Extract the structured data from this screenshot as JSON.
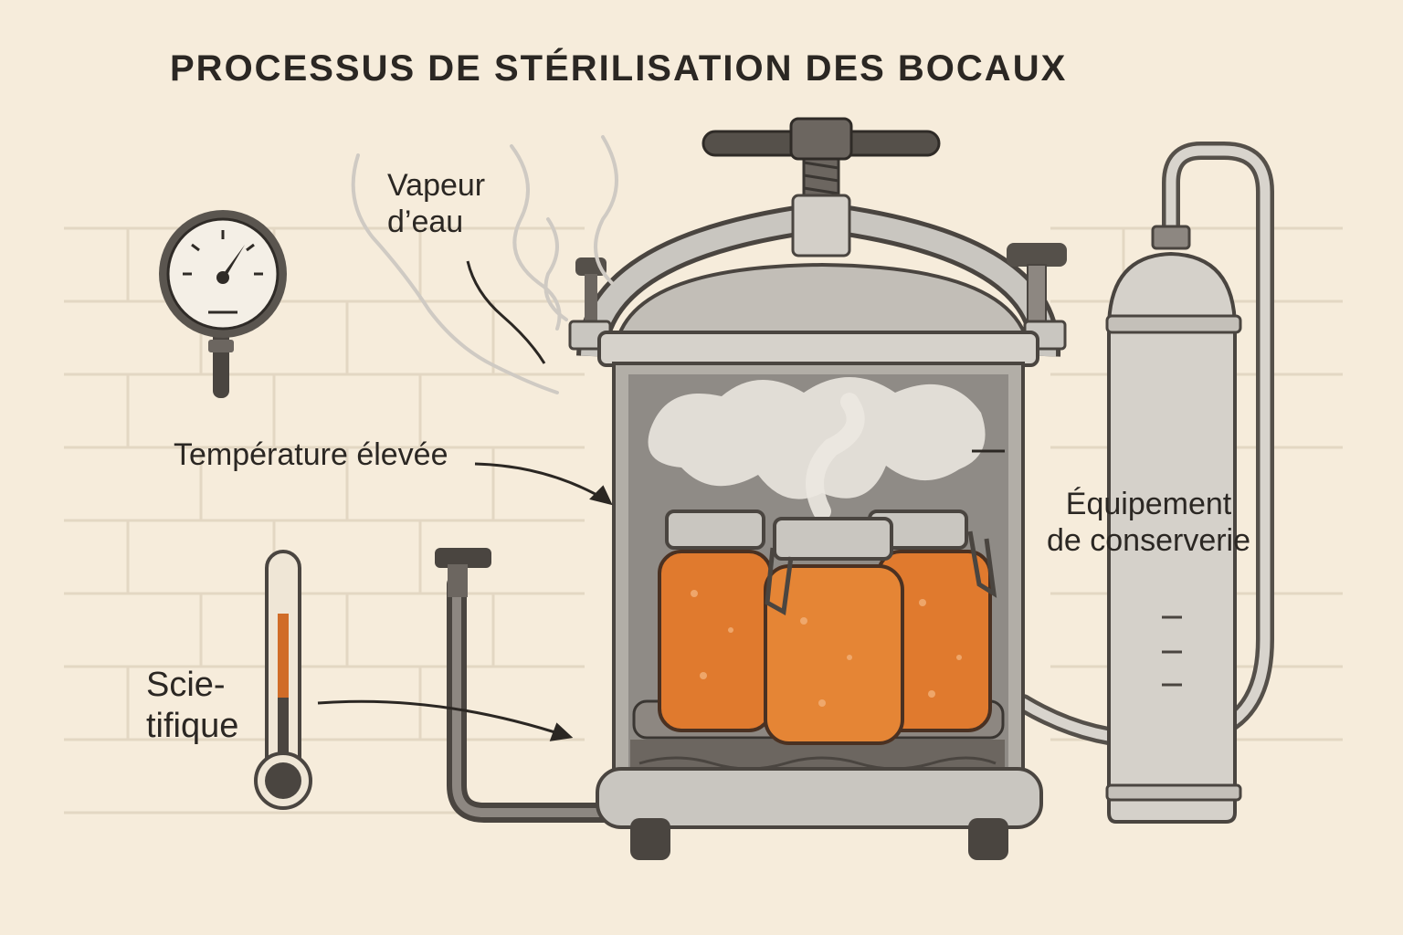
{
  "title": "PROCESSUS DE STÉRILISATION DES BOCAUX",
  "labels": {
    "vapeur": [
      "Vapeur",
      "d’eau"
    ],
    "temperature": "Température élevée",
    "equipement": [
      "Équipement",
      "de conserverie"
    ],
    "scientifique": [
      "Scie-",
      "tifique"
    ]
  },
  "colors": {
    "background": "#f6ecdb",
    "metal": "#c9c6c0",
    "metal_dark": "#55504a",
    "jar_fill": "#e07a2e",
    "steam": "#e8e4dd",
    "thermometer_liquid": "#d06c28"
  },
  "icons": {
    "gauge": "pressure-gauge-icon",
    "thermometer": "thermometer-icon",
    "cylinder": "gas-cylinder-icon",
    "autoclave": "autoclave-icon"
  }
}
